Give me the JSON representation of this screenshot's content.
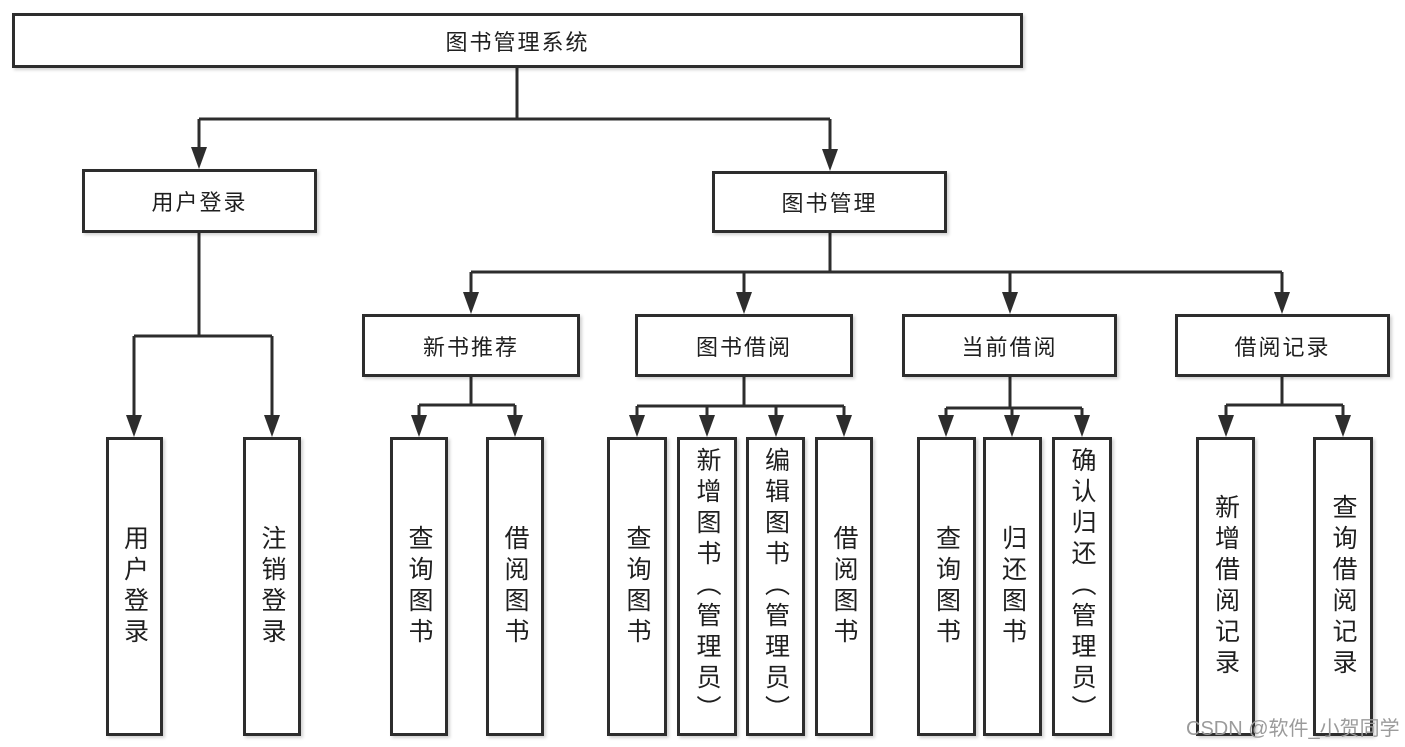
{
  "tree": {
    "label": "图书管理系统",
    "children": [
      {
        "label": "用户登录",
        "children": [
          {
            "label": "用户登录"
          },
          {
            "label": "注销登录"
          }
        ]
      },
      {
        "label": "图书管理",
        "children": [
          {
            "label": "新书推荐",
            "children": [
              {
                "label": "查询图书"
              },
              {
                "label": "借阅图书"
              }
            ]
          },
          {
            "label": "图书借阅",
            "children": [
              {
                "label": "查询图书"
              },
              {
                "label": "新增图书（管理员）"
              },
              {
                "label": "编辑图书（管理员）"
              },
              {
                "label": "借阅图书"
              }
            ]
          },
          {
            "label": "当前借阅",
            "children": [
              {
                "label": "查询图书"
              },
              {
                "label": "归还图书"
              },
              {
                "label": "确认归还（管理员）"
              }
            ]
          },
          {
            "label": "借阅记录",
            "children": [
              {
                "label": "新增借阅记录"
              },
              {
                "label": "查询借阅记录"
              }
            ]
          }
        ]
      }
    ]
  },
  "watermark": {
    "text": "CSDN @软件_小贺同学",
    "color": "#9b9b9b"
  },
  "colors": {
    "line": "#2d2d2d",
    "border": "#2d2d2d",
    "text": "#1f1f1f",
    "background": "#ffffff"
  }
}
